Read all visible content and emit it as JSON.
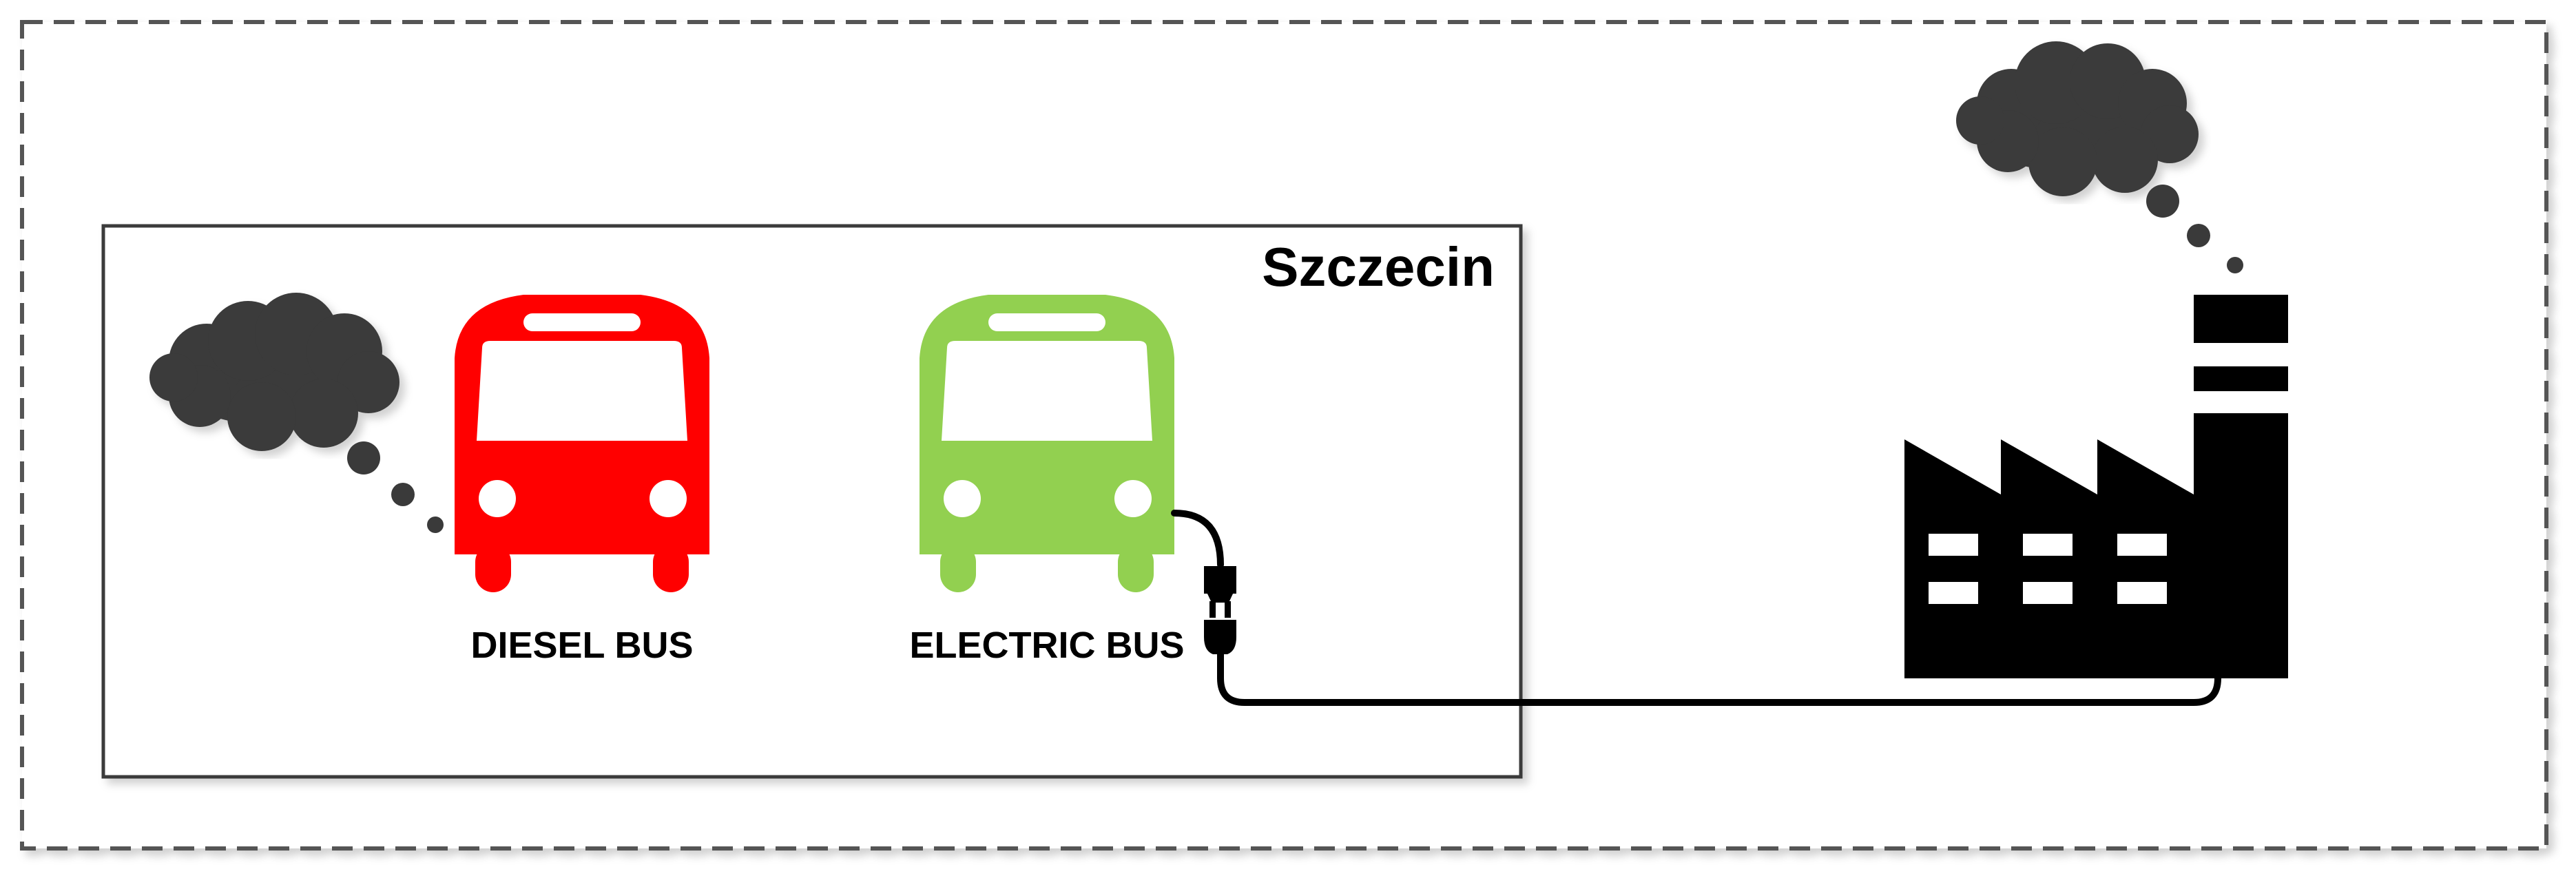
{
  "region": {
    "label": "Szczecin"
  },
  "diesel_bus": {
    "label": "DIESEL BUS",
    "color": "#ff0000"
  },
  "electric_bus": {
    "label": "ELECTRIC BUS",
    "color": "#92d050"
  },
  "colors": {
    "smoke": "#3a3a3a",
    "ink": "#000000",
    "frame_border": "#555555"
  },
  "icons": [
    "diesel-bus-icon",
    "electric-bus-icon",
    "smoke-cloud-icon",
    "plug-icon",
    "factory-icon"
  ]
}
